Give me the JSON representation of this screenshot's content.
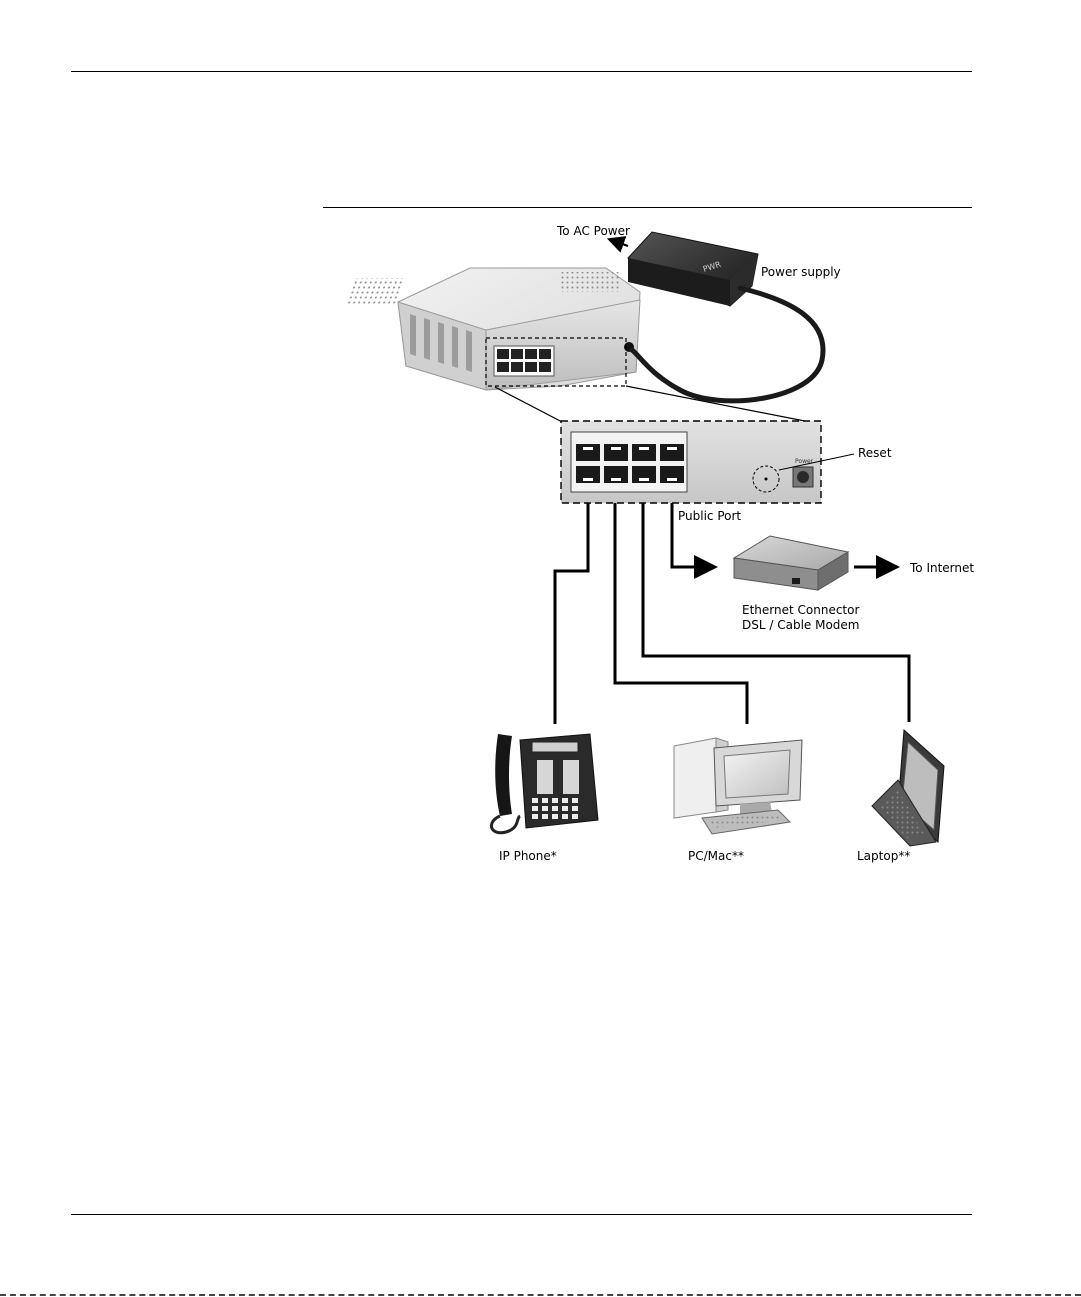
{
  "diagram": {
    "labels": {
      "ac_power": "To AC Power",
      "power_supply": "Power supply",
      "reset": "Reset",
      "public_port": "Public Port",
      "to_internet": "To Internet",
      "modem_line1": "Ethernet Connector",
      "modem_line2": "DSL / Cable Modem",
      "ip_phone": "IP Phone*",
      "pc_mac": "PC/Mac**",
      "laptop": "Laptop**",
      "power_port": "Power",
      "psu_logo": "PWR"
    },
    "devices": [
      "router",
      "power-supply",
      "dsl-cable-modem",
      "ip-phone",
      "pc-mac",
      "laptop"
    ],
    "port_count": 8
  }
}
